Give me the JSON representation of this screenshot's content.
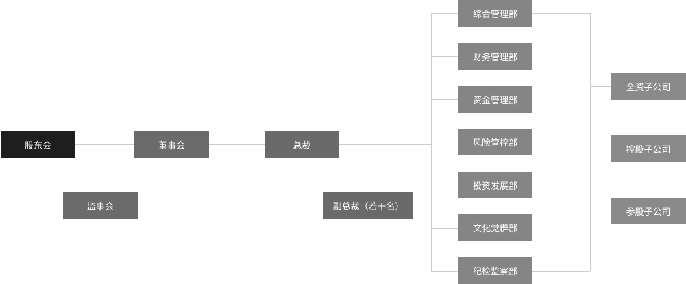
{
  "colors": {
    "root": "#1e1e1e",
    "level1": "#6b6b6b",
    "level2": "#6a6a6a",
    "dept": "#858585",
    "subsidiary": "#8a8a8a",
    "connector": "#cccccc",
    "text": "#ffffff"
  },
  "nodes": {
    "shareholders": "股东会",
    "supervisors": "监事会",
    "board": "董事会",
    "president": "总裁",
    "vice_president": "副总裁（若干名）",
    "departments": [
      "综合管理部",
      "财务管理部",
      "资金管理部",
      "风险管控部",
      "投资发展部",
      "文化党群部",
      "纪检监察部"
    ],
    "subsidiaries": [
      "全资子公司",
      "控股子公司",
      "参股子公司"
    ]
  }
}
